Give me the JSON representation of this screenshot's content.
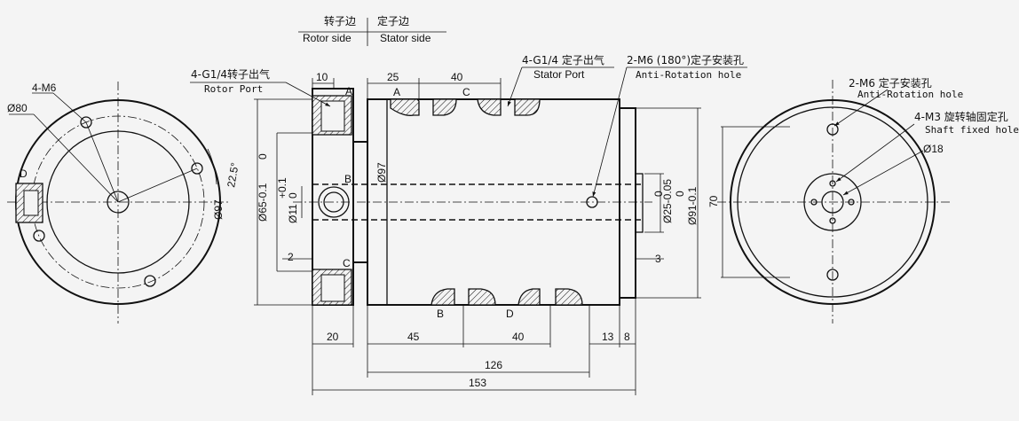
{
  "header": {
    "rotor_side_cn": "转子边",
    "rotor_side_en": "Rotor side",
    "stator_side_cn": "定子边",
    "stator_side_en": "Stator side"
  },
  "left_view": {
    "holes_label": "4-M6",
    "diameter_outer": "Ø80",
    "bolt_circle": "Ø97",
    "angle": "22.5°",
    "port_letter": "D"
  },
  "side_view": {
    "rotor_port_cn": "4-G1/4转子出气",
    "rotor_port_en": "Rotor Port",
    "stator_port_cn": "4-G1/4 定子出气",
    "stator_port_en": "Stator Port",
    "anti_rot_cn": "2-M6 (180°)定子安装孔",
    "anti_rot_en": "Anti-Rotation hole",
    "letters": {
      "a1": "A",
      "a2": "A",
      "b1": "B",
      "b2": "B",
      "c1": "C",
      "c2": "C",
      "d": "D"
    },
    "dims": {
      "d10": "10",
      "d25": "25",
      "d40_top": "40",
      "d20": "20",
      "d45": "45",
      "d40_bot": "40",
      "d13": "13",
      "d8": "8",
      "d126": "126",
      "d153": "153",
      "d2": "2",
      "d3": "3",
      "dia97": "Ø97",
      "dia65": "Ø65-0.1",
      "dia65_tol": "0",
      "dia11": "Ø11",
      "dia11_tol_upper": "+0.1",
      "dia11_tol_lower": "0",
      "dia25": "Ø25-0.05",
      "dia25_tol": "0",
      "dia91": "Ø91-0.1",
      "dia91_tol": "0",
      "dim70": "70"
    }
  },
  "right_view": {
    "anti_rot_cn": "2-M6 定子安装孔",
    "anti_rot_en": "Anti-Rotation hole",
    "shaft_cn": "4-M3 旋转轴固定孔",
    "shaft_en": "Shaft fixed hole",
    "dia18": "Ø18"
  }
}
